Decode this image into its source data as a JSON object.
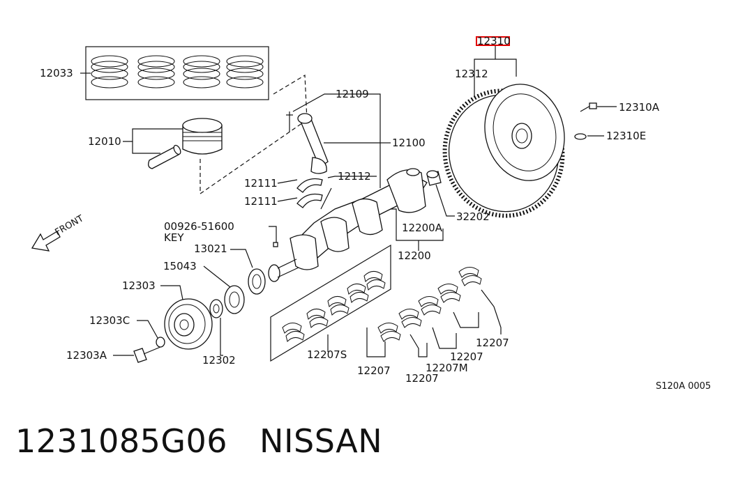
{
  "labels": {
    "l12310": "12310",
    "l12312": "12312",
    "l12310A": "12310A",
    "l12310E": "12310E",
    "l12033": "12033",
    "l12010": "12010",
    "l12109": "12109",
    "l12100": "12100",
    "l12112": "12112",
    "l12111a": "12111",
    "l12111b": "12111",
    "l32202": "32202",
    "l12200A": "12200A",
    "l12200": "12200",
    "lkeypart": "00926-51600",
    "lkey": "KEY",
    "l13021": "13021",
    "l15043": "15043",
    "l12303": "12303",
    "l12303C": "12303C",
    "l12303A": "12303A",
    "l12302": "12302",
    "l12207S": "12207S",
    "l12207a": "12207",
    "l12207b": "12207",
    "l12207c": "12207",
    "l12207d": "12207",
    "l12207M": "12207M",
    "lfront": "FRONT",
    "lcode": "S120A 0005"
  },
  "caption": {
    "part_number": "1231085G06",
    "brand": "NISSAN"
  },
  "colors": {
    "line": "#111111",
    "highlight": "#e00000"
  }
}
